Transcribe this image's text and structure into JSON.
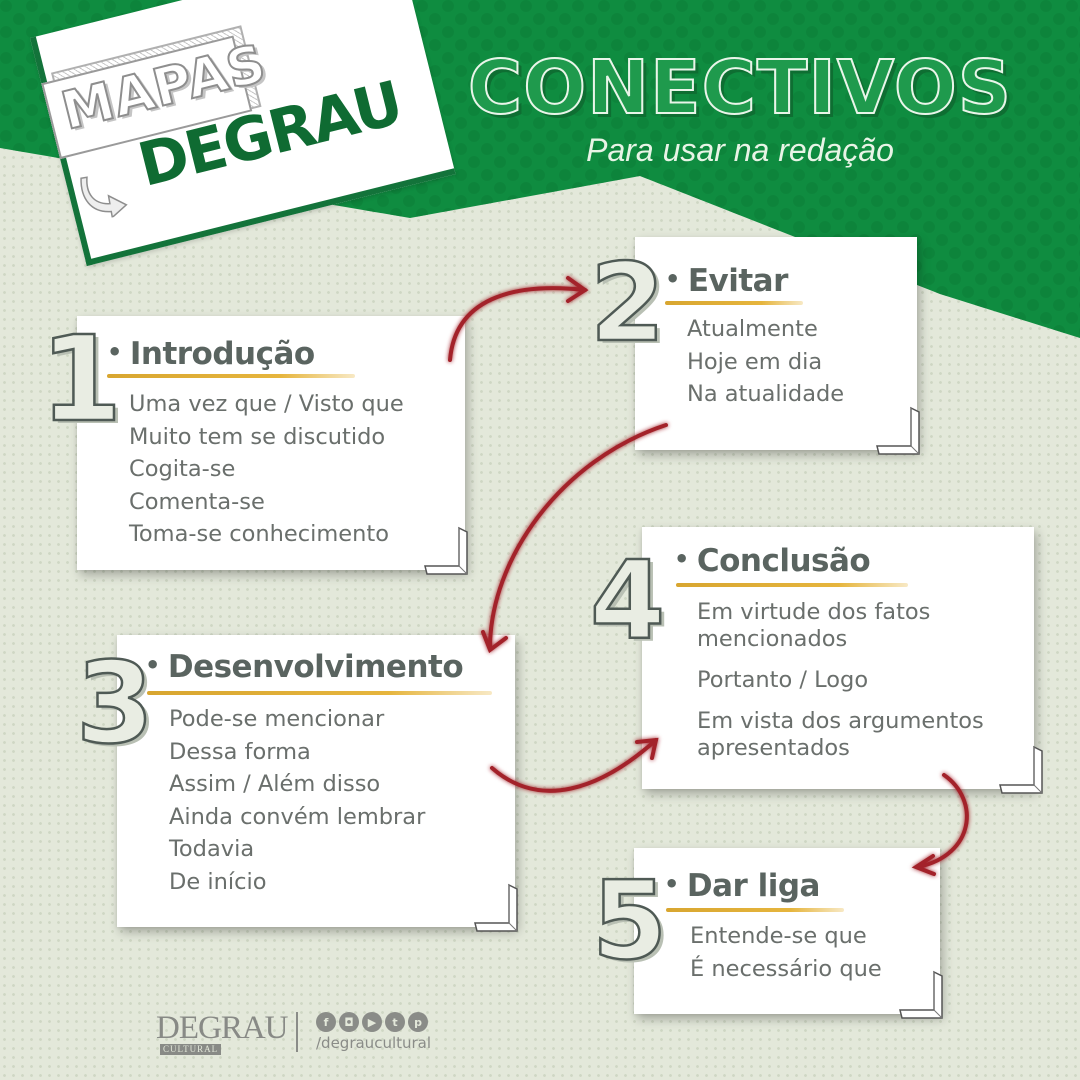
{
  "brand": {
    "logo_top": "MAPAS",
    "logo_bottom": "DEGRAU",
    "green": "#0f8c40",
    "dark_green": "#13733a",
    "accent_red": "#a3242a",
    "underline_gold": "#e0ae36"
  },
  "header": {
    "title": "CONECTIVOS",
    "subtitle": "Para usar na redação"
  },
  "sections": [
    {
      "number": "1",
      "heading": "Introdução",
      "items": [
        "Uma vez que / Visto que",
        "Muito tem se discutido",
        "Cogita-se",
        "Comenta-se",
        "Toma-se conhecimento"
      ]
    },
    {
      "number": "2",
      "heading": "Evitar",
      "items": [
        "Atualmente",
        "Hoje em dia",
        "Na atualidade"
      ]
    },
    {
      "number": "3",
      "heading": "Desenvolvimento",
      "items": [
        "Pode-se mencionar",
        "Dessa forma",
        "Assim / Além disso",
        "Ainda convém lembrar",
        "Todavia",
        "De início"
      ]
    },
    {
      "number": "4",
      "heading": "Conclusão",
      "items": [
        "Em virtude dos fatos mencionados",
        "Portanto / Logo",
        "Em vista dos argumentos apresentados"
      ]
    },
    {
      "number": "5",
      "heading": "Dar liga",
      "items": [
        "Entende-se que",
        "É necessário que"
      ]
    }
  ],
  "footer": {
    "logo": "DEGRAU",
    "logo_sub": "CULTURAL",
    "social_icons": [
      "facebook-icon",
      "instagram-icon",
      "youtube-icon",
      "twitter-icon",
      "pinterest-icon"
    ],
    "social_glyphs": [
      "f",
      "◘",
      "▶",
      "t",
      "p"
    ],
    "handle": "/degraucultural"
  }
}
